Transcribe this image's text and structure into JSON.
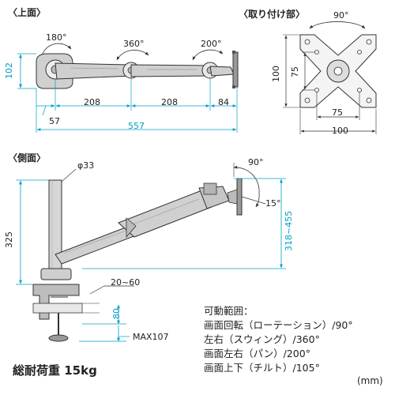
{
  "top_view": {
    "heading": "〈上面〉",
    "rotation_180": "180°",
    "rotation_360": "360°",
    "rotation_200": "200°",
    "height": "102",
    "len_a": "208",
    "len_b": "208",
    "len_c": "84",
    "offset": "57",
    "total": "557"
  },
  "mount_view": {
    "heading": "〈取り付け部〉",
    "rotation": "90°",
    "outer_h": "100",
    "inner_h": "75",
    "inner_w": "75",
    "outer_w": "100"
  },
  "side_view": {
    "heading": "〈側面〉",
    "pole_dia": "φ33",
    "tilt_up": "90°",
    "tilt_down": "15°",
    "pole_height": "325",
    "height_range": "318~455",
    "desk_range": "20~60",
    "clamp_depth": "80",
    "clamp_max": "MAX107"
  },
  "specs": {
    "title": "可動範囲：",
    "items": [
      "画面回転（ローテーション）/90°",
      "左右（スウィング）/360°",
      "画面左右（パン）/200°",
      "画面上下（チルト）/105°"
    ],
    "load": "総耐荷重 15kg",
    "unit": "(mm)"
  },
  "colors": {
    "dimension": "#00a0c6",
    "line": "#333333",
    "arm": "#bdbdbd"
  }
}
